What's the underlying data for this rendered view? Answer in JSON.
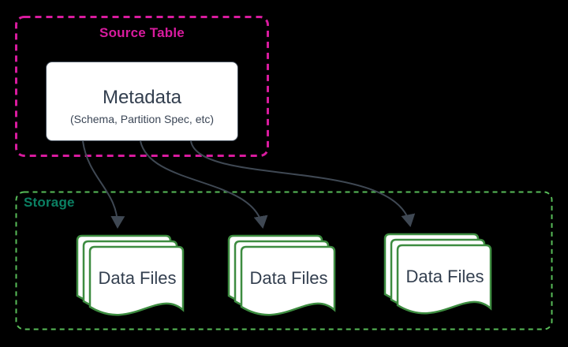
{
  "source_table": {
    "label": "Source Table",
    "border_color": "#d81b9e",
    "node": {
      "title": "Metadata",
      "subtitle": "(Schema, Partition Spec, etc)"
    }
  },
  "storage": {
    "label": "Storage",
    "border_color": "#57bb58",
    "label_color": "#0b8063",
    "stacks": [
      {
        "label": "Data Files"
      },
      {
        "label": "Data Files"
      },
      {
        "label": "Data Files"
      }
    ]
  },
  "colors": {
    "background": "#000000",
    "arrow": "#3f4853",
    "document_border": "#3d8c40",
    "node_text": "#333f4f"
  }
}
